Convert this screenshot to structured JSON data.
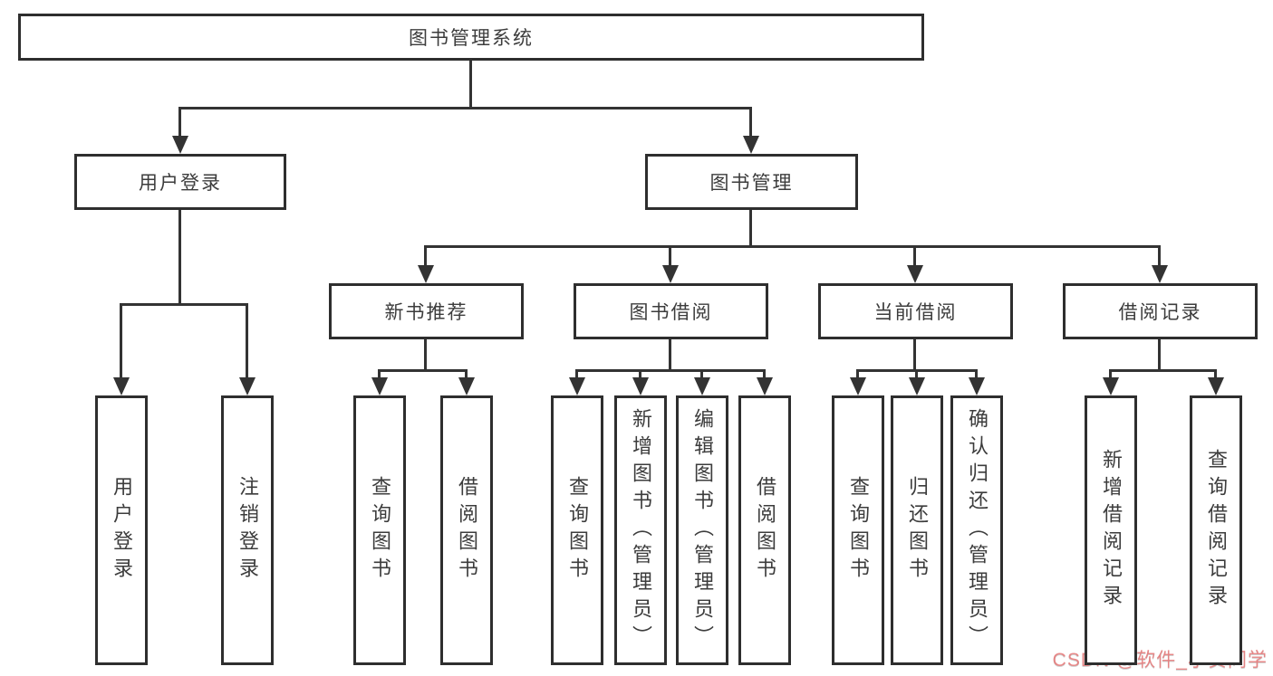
{
  "diagram": {
    "title": "图书管理系统",
    "colors": {
      "line": "#333333",
      "box_border": "#2e2e2e",
      "text": "#3c3c3c",
      "watermark": "#e77373"
    },
    "nodes": [
      {
        "id": "root",
        "label": "图书管理系统",
        "orientation": "horizontal"
      },
      {
        "id": "user-login",
        "label": "用户登录",
        "orientation": "horizontal"
      },
      {
        "id": "book-management",
        "label": "图书管理",
        "orientation": "horizontal"
      },
      {
        "id": "new-book-recommend",
        "label": "新书推荐",
        "orientation": "horizontal"
      },
      {
        "id": "book-borrow",
        "label": "图书借阅",
        "orientation": "horizontal"
      },
      {
        "id": "current-borrow",
        "label": "当前借阅",
        "orientation": "horizontal"
      },
      {
        "id": "borrow-record",
        "label": "借阅记录",
        "orientation": "horizontal"
      },
      {
        "id": "leaf-user-login",
        "label": "用户登录",
        "orientation": "vertical"
      },
      {
        "id": "leaf-logout",
        "label": "注销登录",
        "orientation": "vertical"
      },
      {
        "id": "leaf-nbr-query-book",
        "label": "查询图书",
        "orientation": "vertical"
      },
      {
        "id": "leaf-nbr-borrow-book",
        "label": "借阅图书",
        "orientation": "vertical"
      },
      {
        "id": "leaf-bb-query-book",
        "label": "查询图书",
        "orientation": "vertical"
      },
      {
        "id": "leaf-bb-add-book",
        "label": "新增图书（管理员）",
        "orientation": "vertical"
      },
      {
        "id": "leaf-bb-edit-book",
        "label": "编辑图书（管理员）",
        "orientation": "vertical"
      },
      {
        "id": "leaf-bb-borrow-book",
        "label": "借阅图书",
        "orientation": "vertical"
      },
      {
        "id": "leaf-cb-query-book",
        "label": "查询图书",
        "orientation": "vertical"
      },
      {
        "id": "leaf-cb-return-book",
        "label": "归还图书",
        "orientation": "vertical"
      },
      {
        "id": "leaf-cb-confirm-return",
        "label": "确认归还（管理员）",
        "orientation": "vertical"
      },
      {
        "id": "leaf-br-add-record",
        "label": "新增借阅记录",
        "orientation": "vertical"
      },
      {
        "id": "leaf-br-query-record",
        "label": "查询借阅记录",
        "orientation": "vertical"
      }
    ],
    "edges": [
      [
        "root",
        "user-login"
      ],
      [
        "root",
        "book-management"
      ],
      [
        "user-login",
        "leaf-user-login"
      ],
      [
        "user-login",
        "leaf-logout"
      ],
      [
        "book-management",
        "new-book-recommend"
      ],
      [
        "book-management",
        "book-borrow"
      ],
      [
        "book-management",
        "current-borrow"
      ],
      [
        "book-management",
        "borrow-record"
      ],
      [
        "new-book-recommend",
        "leaf-nbr-query-book"
      ],
      [
        "new-book-recommend",
        "leaf-nbr-borrow-book"
      ],
      [
        "book-borrow",
        "leaf-bb-query-book"
      ],
      [
        "book-borrow",
        "leaf-bb-add-book"
      ],
      [
        "book-borrow",
        "leaf-bb-edit-book"
      ],
      [
        "book-borrow",
        "leaf-bb-borrow-book"
      ],
      [
        "current-borrow",
        "leaf-cb-query-book"
      ],
      [
        "current-borrow",
        "leaf-cb-return-book"
      ],
      [
        "current-borrow",
        "leaf-cb-confirm-return"
      ],
      [
        "borrow-record",
        "leaf-br-add-record"
      ],
      [
        "borrow-record",
        "leaf-br-query-record"
      ]
    ]
  },
  "watermark": {
    "text": "CSDN @软件_小贺同学"
  }
}
